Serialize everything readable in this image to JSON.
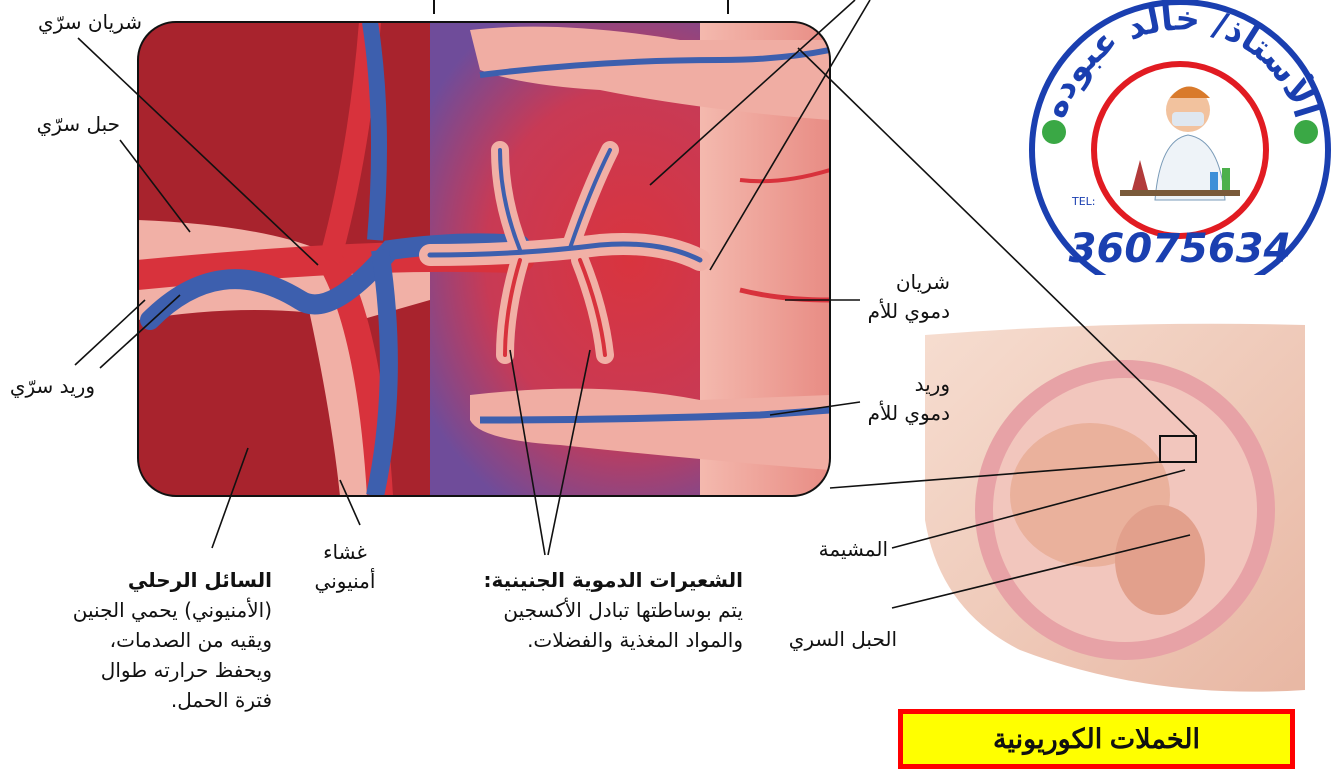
{
  "labels": {
    "umbilical_artery": "شريان سرّي",
    "umbilical_cord": "حبل سرّي",
    "umbilical_vein": "وريد سرّي",
    "maternal_artery_line1": "شريان",
    "maternal_artery_line2": "دموي للأم",
    "maternal_vein_line1": "وريد",
    "maternal_vein_line2": "دموي للأم",
    "placenta": "المشيمة",
    "umbilical_cord_fetus": "الحبل السري",
    "amnion_line1": "غشاء",
    "amnion_line2": "أمنيوني",
    "amniotic_fluid_heading": "السائل الرحلي",
    "amniotic_fluid_body": "(الأمنيوني) يحمي الجنين ويقيه من الصدمات، ويحفظ حرارته طوال فترة الحمل.",
    "capillaries_heading": "الشعيرات الدموية الجنينية:",
    "capillaries_body": "يتم بوساطتها تبادل الأكسجين والمواد المغذية والفضلات."
  },
  "stamp": {
    "text_top": "الأستاذ/ خالد عبوده",
    "phone_prefix": "TEL:",
    "phone": "36075634"
  },
  "title": "الخملات الكوريونية",
  "colors": {
    "artery_red": "#d8323c",
    "vein_blue": "#3d5fae",
    "tissue_pink": "#f1b0a6",
    "dark_red_bg": "#a8232d",
    "title_box_bg": "#ffff00",
    "title_box_border": "#ff0000",
    "stamp_blue": "#1a3fb0",
    "stamp_red": "#e11b22"
  }
}
